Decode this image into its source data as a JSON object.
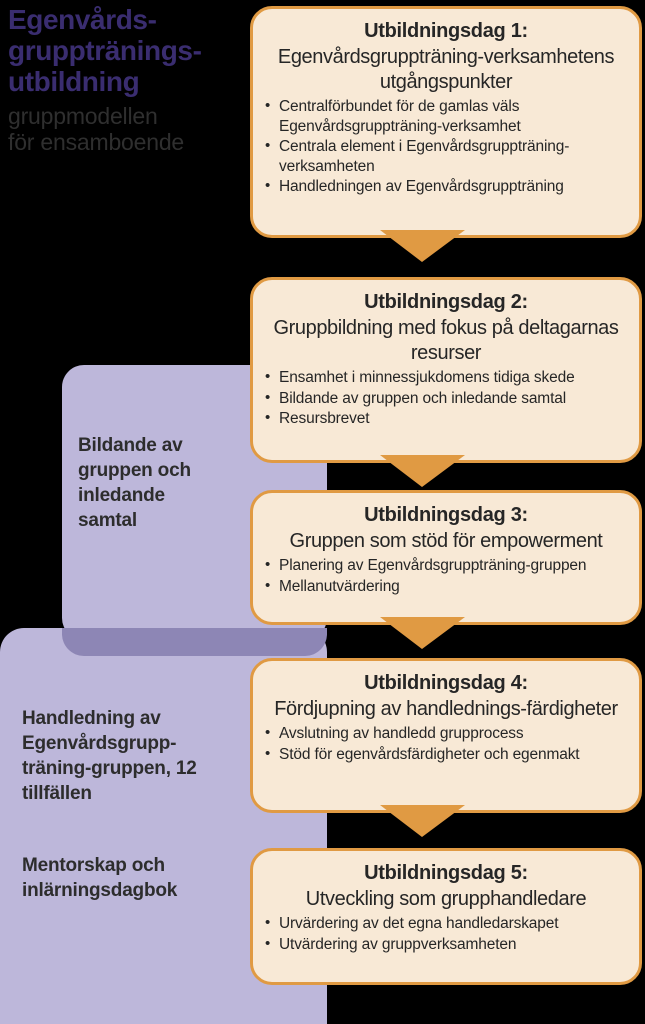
{
  "title": {
    "main": "Egenvårds-\ngrupptränings-\nutbildning",
    "sub": "gruppmodellen\nför ensamboende",
    "main_color": "#3a2d70",
    "sub_color": "#2f2f2f"
  },
  "colors": {
    "box_fill": "#f8e9d6",
    "box_border": "#e09a43",
    "arrow": "#e09a43",
    "panel_purple": "#bdb7da",
    "panel_purple_dark": "#8d86b5",
    "background": "#000000",
    "text": "#262626"
  },
  "side_panels": [
    {
      "id": "panel-bildande",
      "text": "Bildande av gruppen och inledande samtal"
    },
    {
      "id": "panel-handledning",
      "text": "Handledning av Egenvårdsgrupp-träning-gruppen, 12 tillfällen"
    },
    {
      "id": "panel-mentorskap",
      "text": "Mentorskap och inlärningsdagbok"
    }
  ],
  "flow": {
    "boxes": [
      {
        "title": "Utbildningsdag 1:",
        "subtitle": "Egenvårdsgruppträning-verksamhetens utgångspunkter",
        "bullets": [
          "Centralförbundet för de gamlas väls Egenvårdsgruppträning-verksamhet",
          "Centrala element i Egenvårdsgruppträning-verksamheten",
          "Handledningen av Egenvårdsgruppträning"
        ]
      },
      {
        "title": "Utbildningsdag 2:",
        "subtitle": "Gruppbildning med fokus på deltagarnas resurser",
        "bullets": [
          "Ensamhet i minnessjukdomens tidiga skede",
          "Bildande av gruppen och inledande samtal",
          "Resursbrevet"
        ]
      },
      {
        "title": "Utbildningsdag 3:",
        "subtitle": "Gruppen som stöd för empowerment",
        "bullets": [
          "Planering av Egenvårdsgruppträning-gruppen",
          "Mellanutvärdering"
        ]
      },
      {
        "title": "Utbildningsdag 4:",
        "subtitle": "Fördjupning av handlednings-färdigheter",
        "bullets": [
          "Avslutning av handledd grupprocess",
          "Stöd för egenvårdsfärdigheter och egenmakt"
        ]
      },
      {
        "title": "Utbildningsdag 5:",
        "subtitle": "Utveckling som grupphandledare",
        "bullets": [
          "Urvärdering av det egna handledarskapet",
          "Utvärdering av gruppverksamheten"
        ]
      }
    ],
    "arrow_count": 4
  }
}
